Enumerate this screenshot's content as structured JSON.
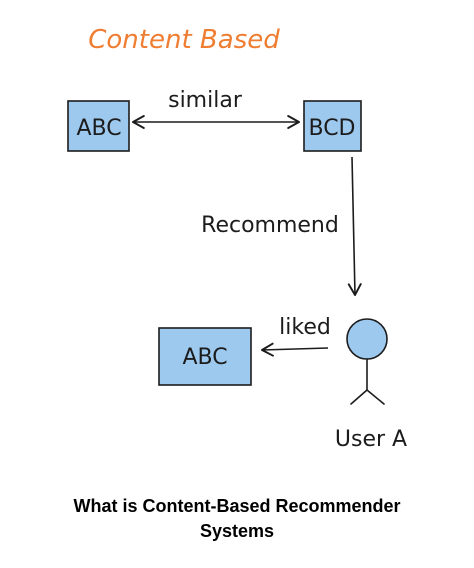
{
  "heading": "Content Based",
  "diagram": {
    "boxes": {
      "source_item": "ABC",
      "similar_item": "BCD",
      "liked_item": "ABC"
    },
    "edges": {
      "similar": "similar",
      "recommend": "Recommend",
      "liked": "liked"
    },
    "user": "User A"
  },
  "caption": {
    "line1": "What is Content-Based Recommender",
    "line2": "Systems"
  },
  "colors": {
    "heading": "#ef7d32",
    "box_fill": "#9ec9ee",
    "box_stroke": "#1c1c1c",
    "user_fill": "#9ec9ee",
    "text": "#1c1c1c"
  }
}
